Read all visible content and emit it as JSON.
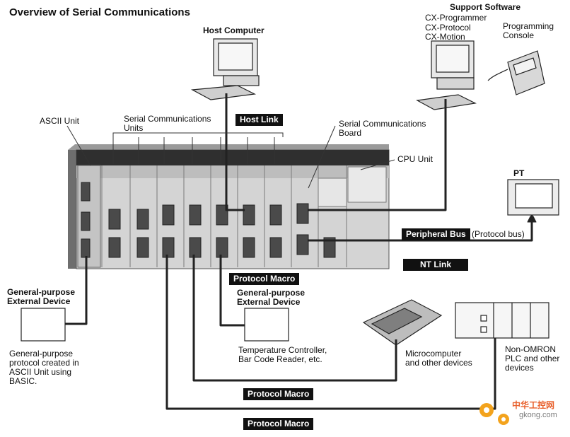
{
  "title": "Overview of Serial Communications",
  "host_computer": {
    "label": "Host Computer"
  },
  "support": {
    "title": "Support Software",
    "items": [
      "CX-Programmer",
      "CX-Protocol",
      "CX-Motion"
    ],
    "console": "Programming\nConsole"
  },
  "labels": {
    "ascii_unit": "ASCII Unit",
    "scu": "Serial Communications\nUnits",
    "scb": "Serial Communications\nBoard",
    "cpu": "CPU Unit",
    "pt": "PT",
    "protocol_bus": "(Protocol bus)"
  },
  "tags": {
    "host_link": "Host Link",
    "peripheral_bus": "Peripheral Bus",
    "nt_link": "NT Link",
    "protocol_macro_1": "Protocol Macro",
    "protocol_macro_2": "Protocol Macro",
    "protocol_macro_3": "Protocol Macro"
  },
  "devices": {
    "left_title": "General-purpose\nExternal Device",
    "left_desc": "General-purpose\nprotocol created in\nASCII Unit using\nBASIC.",
    "mid_title": "General-purpose\nExternal Device",
    "mid_desc": "Temperature Controller,\nBar Code Reader, etc.",
    "micro": "Microcomputer\nand other devices",
    "plc": "Non-OMRON\nPLC and other\ndevices"
  },
  "watermark": {
    "cn": "中华工控网",
    "site": "gkong.com"
  }
}
